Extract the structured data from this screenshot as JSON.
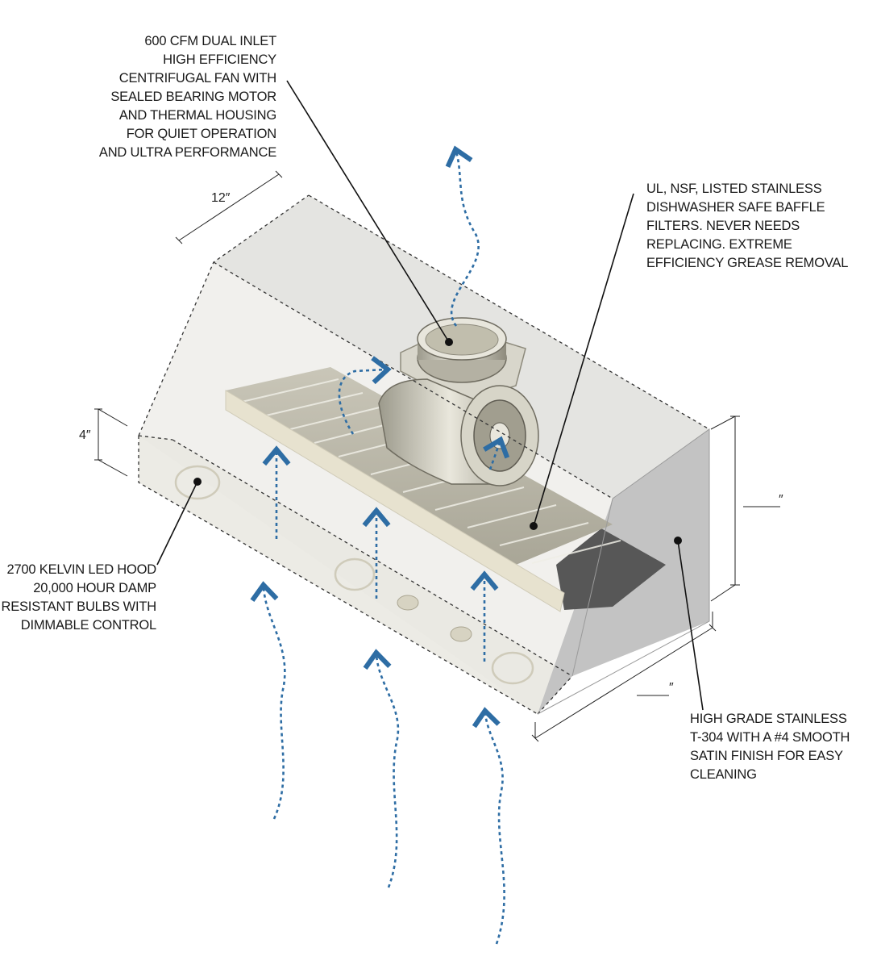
{
  "callouts": {
    "fan": {
      "lines": [
        "600 CFM DUAL INLET",
        "HIGH EFFICIENCY",
        "CENTRIFUGAL FAN WITH",
        "SEALED BEARING MOTOR",
        "AND THERMAL HOUSING",
        "FOR QUIET OPERATION",
        "AND ULTRA PERFORMANCE"
      ]
    },
    "filters": {
      "lines": [
        "UL, NSF, LISTED STAINLESS",
        "DISHWASHER SAFE BAFFLE",
        "FILTERS. NEVER NEEDS",
        "REPLACING. EXTREME",
        "EFFICIENCY GREASE REMOVAL"
      ]
    },
    "led": {
      "lines": [
        "2700 KELVIN LED HOOD",
        "20,000 HOUR DAMP",
        "RESISTANT BULBS WITH",
        "DIMMABLE CONTROL"
      ]
    },
    "steel": {
      "lines": [
        "HIGH GRADE STAINLESS",
        "T-304 WITH A #4 SMOOTH",
        "SATIN FINISH FOR EASY",
        "CLEANING"
      ]
    }
  },
  "dimensions": {
    "depth": "12″",
    "front_height": "4″",
    "height": "″",
    "width": "″"
  },
  "colors": {
    "airflow": "#2e6da4",
    "leader": "#111111",
    "hood_side": "#c6c6c6",
    "hood_front": "#eceae4"
  }
}
